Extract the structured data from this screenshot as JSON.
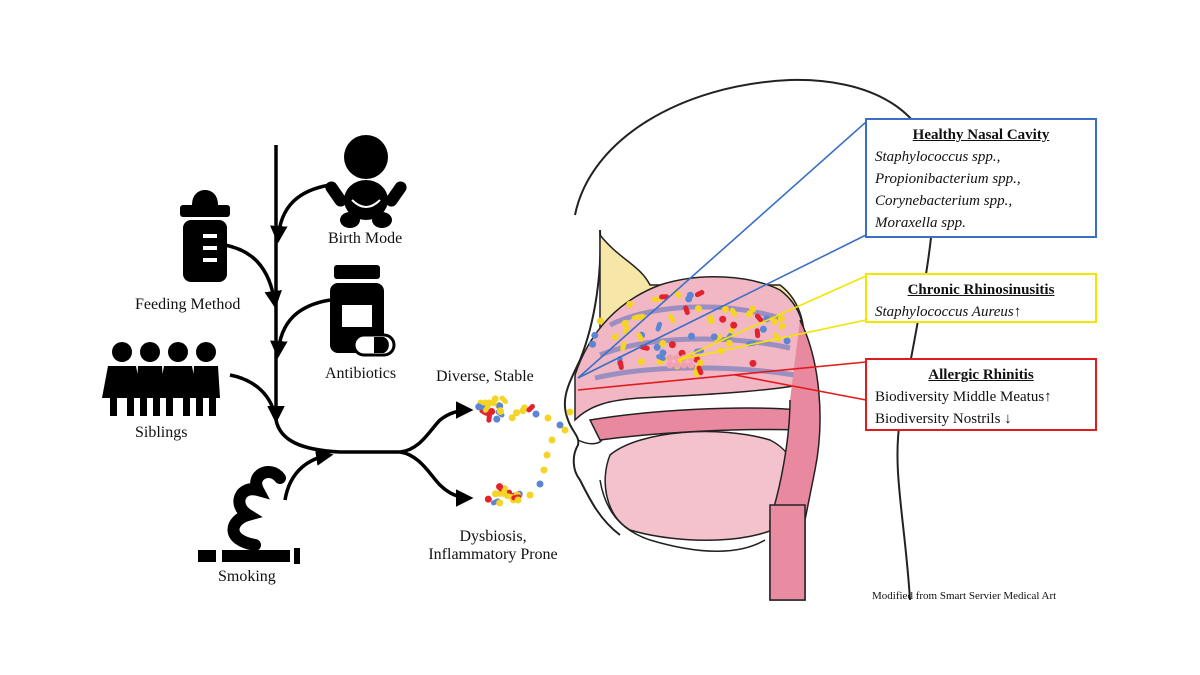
{
  "factors": {
    "birth_mode": "Birth Mode",
    "feeding_method": "Feeding Method",
    "antibiotics": "Antibiotics",
    "siblings": "Siblings",
    "smoking": "Smoking"
  },
  "outcomes": {
    "diverse_stable": "Diverse, Stable",
    "dysbiosis_line1": "Dysbiosis,",
    "dysbiosis_line2": "Inflammatory Prone"
  },
  "boxes": {
    "healthy": {
      "title": "Healthy Nasal Cavity",
      "items": [
        "Staphylococcus spp.,",
        "Propionibacterium spp.,",
        "Corynebacterium spp.,",
        "Moraxella spp."
      ],
      "color": "#3a6fc4"
    },
    "crs": {
      "title": "Chronic Rhinosinusitis",
      "item": "Staphylococcus Aureus",
      "arrow": "↑",
      "color": "#f2e600"
    },
    "ar": {
      "title": "Allergic Rhinitis",
      "line1": "Biodiversity Middle Meatus",
      "arrow1": "↑",
      "line2": "Biodiversity Nostrils",
      "arrow2": "↓",
      "color": "#e01b1b"
    }
  },
  "credit": "Modified from Smart Servier Medical Art",
  "colors": {
    "bacteria_yellow": "#f5d327",
    "bacteria_blue": "#5b86d6",
    "bacteria_red": "#e0232e",
    "tissue_pink": "#f2b7c4",
    "mucosa_pink": "#e9899f",
    "bone_cream": "#f6e7a8"
  }
}
